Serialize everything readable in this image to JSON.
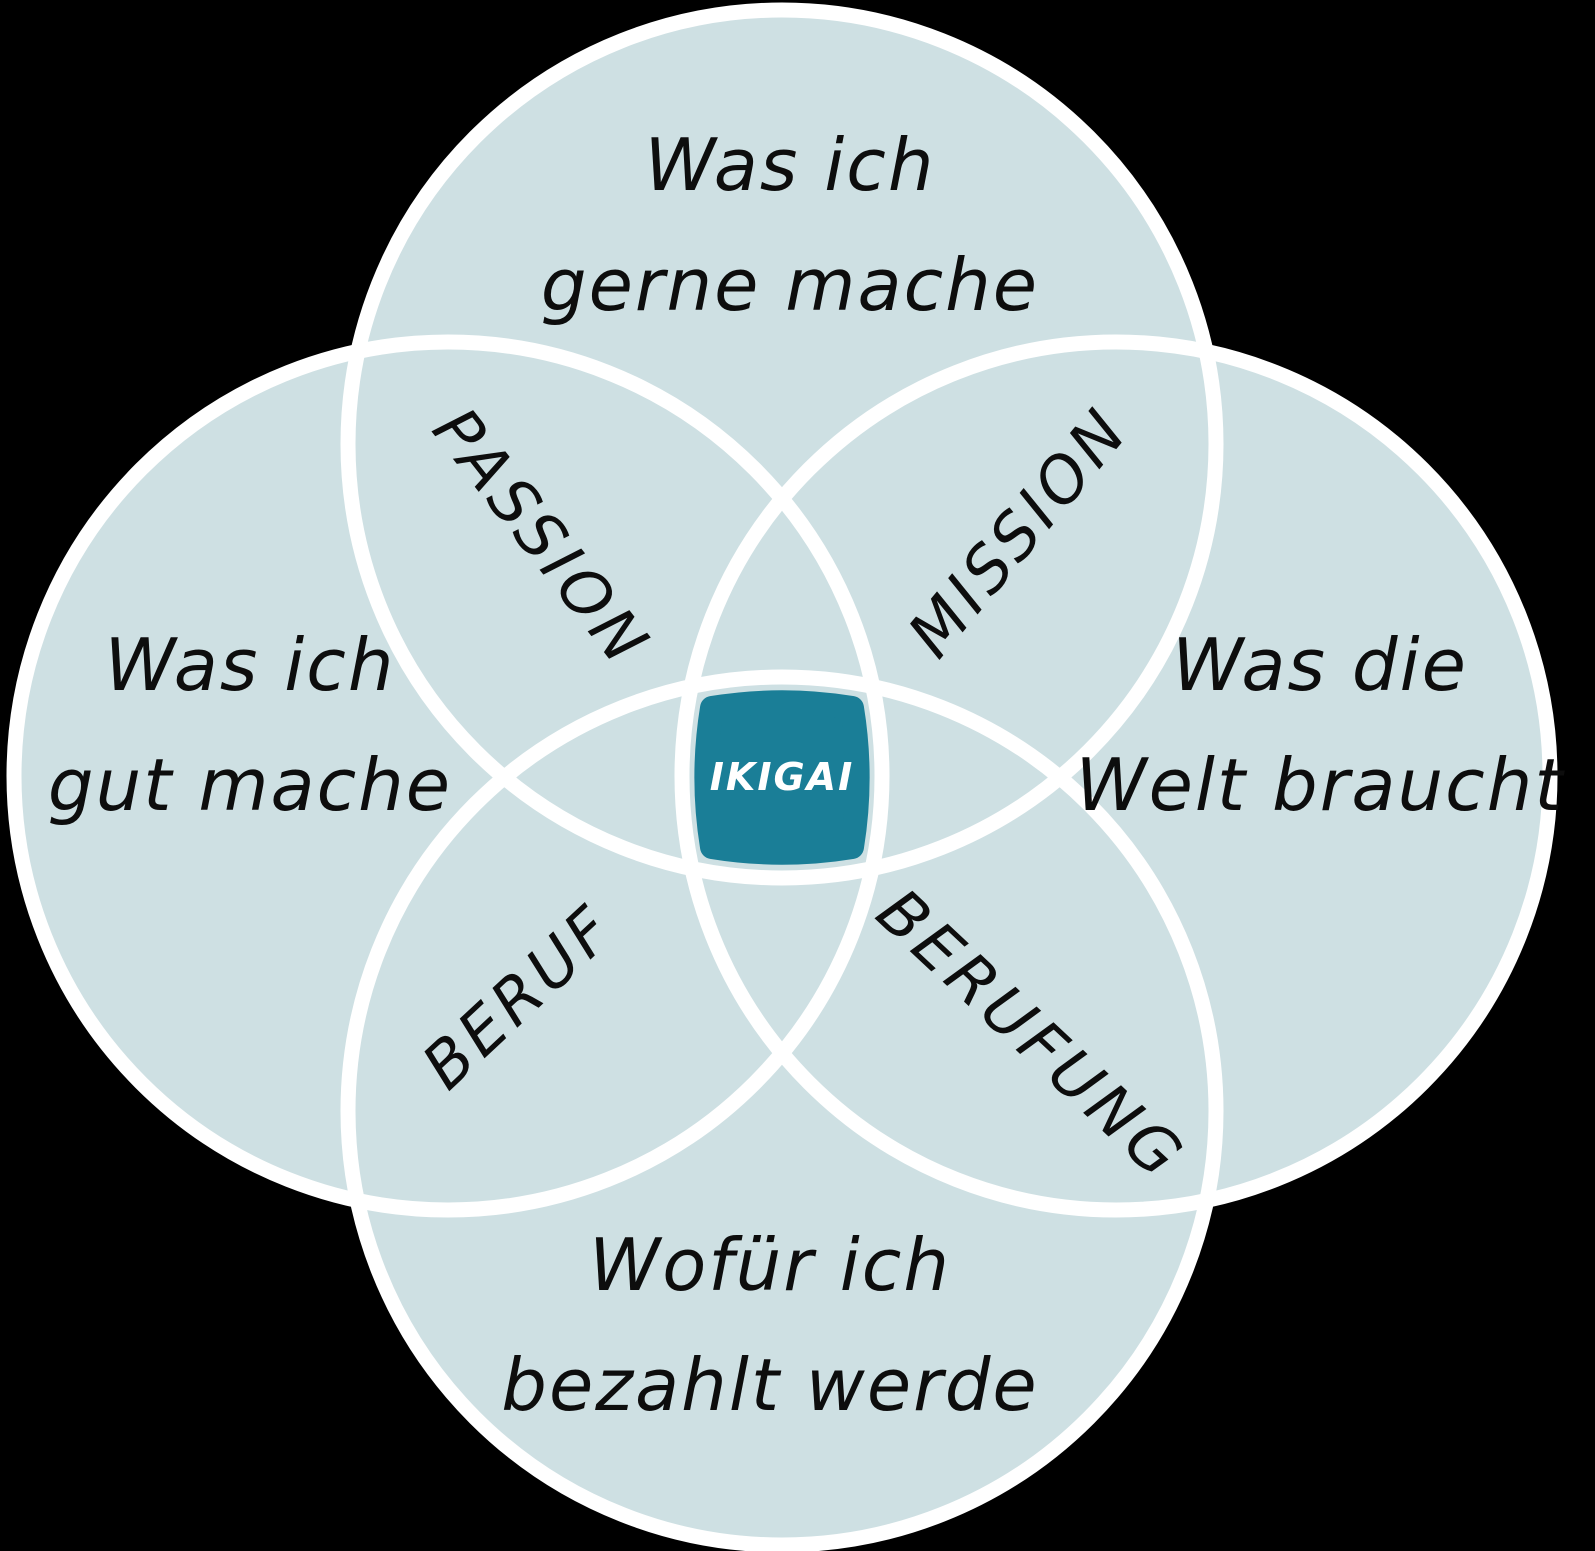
{
  "diagram_title": "IKIGAI",
  "palette": {
    "background": "#000000",
    "circle_fill": "#cee0e3",
    "circle_stroke": "#ffffff",
    "center_fill": "#1a7e97",
    "label_color": "#0d0d0d",
    "center_text_color": "#ffffff"
  },
  "circles": {
    "top": {
      "line1": "Was ich",
      "line2": "gerne mache"
    },
    "left": {
      "line1": "Was ich",
      "line2": "gut mache"
    },
    "right": {
      "line1": "Was die",
      "line2": "Welt braucht"
    },
    "bottom": {
      "line1": "Wofür ich",
      "line2": "bezahlt werde"
    }
  },
  "intersections": {
    "passion": {
      "label": "PASSION"
    },
    "mission": {
      "label": "MISSION"
    },
    "beruf": {
      "label": "BERUF"
    },
    "berufung": {
      "label": "BERUFUNG"
    }
  },
  "center": {
    "label": "IKIGAI"
  }
}
